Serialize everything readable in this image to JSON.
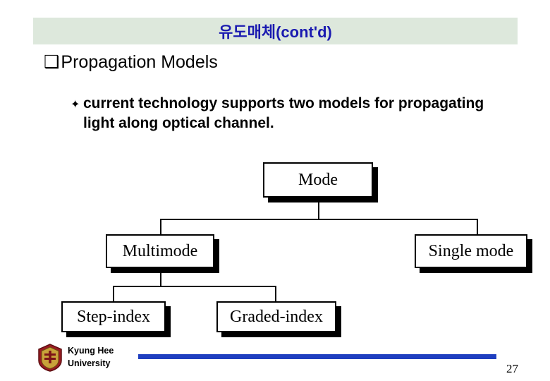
{
  "slide": {
    "title": "유도매체(cont'd)",
    "title_bg": "#dde8dc",
    "title_color": "#1a1ab0",
    "bullet1": {
      "marker": "❑",
      "text": "Propagation Models"
    },
    "bullet2": {
      "marker": "✦",
      "text": "current technology supports two models for propagating light along optical channel."
    },
    "diagram": {
      "nodes": [
        {
          "id": "mode",
          "label": "Mode"
        },
        {
          "id": "multimode",
          "label": "Multimode"
        },
        {
          "id": "single-mode",
          "label": "Single mode"
        },
        {
          "id": "step-index",
          "label": "Step-index"
        },
        {
          "id": "graded-index",
          "label": "Graded-index"
        }
      ]
    },
    "footer": {
      "org_line1": "Kyung Hee",
      "org_line2": "University",
      "rule_color": "#1f3fc0",
      "page_number": "27"
    }
  }
}
